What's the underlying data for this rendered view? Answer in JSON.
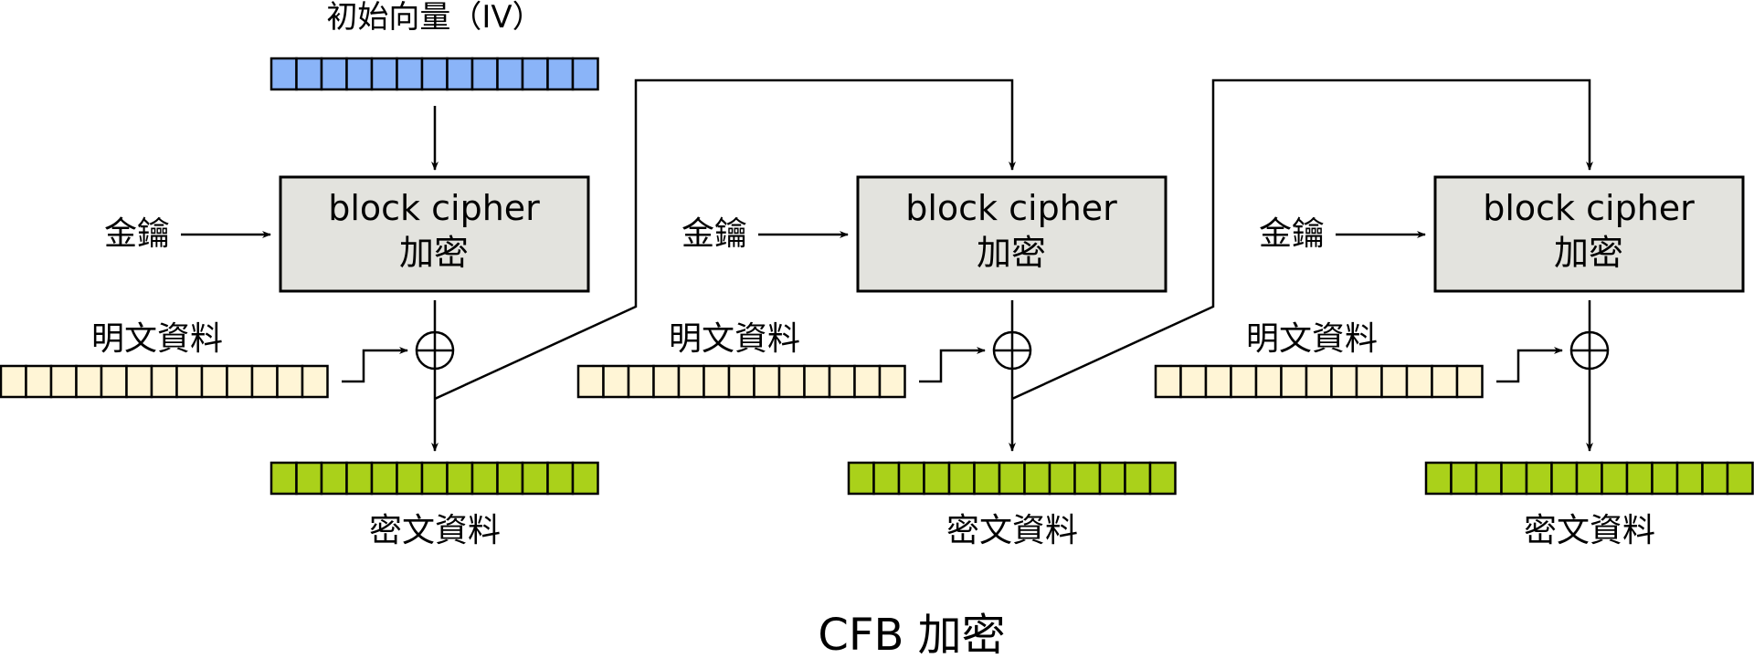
{
  "iv_label": "初始向量（IV）",
  "key_label": "金鑰",
  "plaintext_label": "明文資料",
  "ciphertext_label": "密文資料",
  "cipher_line1": "block cipher",
  "cipher_line2": "加密",
  "caption": "CFB 加密",
  "colors": {
    "iv_cells": "#8ab4f8",
    "plaintext_cells": "#fff5d6",
    "ciphertext_cells": "#aad11a",
    "cipher_box": "#e3e3de",
    "stroke": "#000000"
  },
  "icons": {
    "xor": "xor-icon"
  }
}
